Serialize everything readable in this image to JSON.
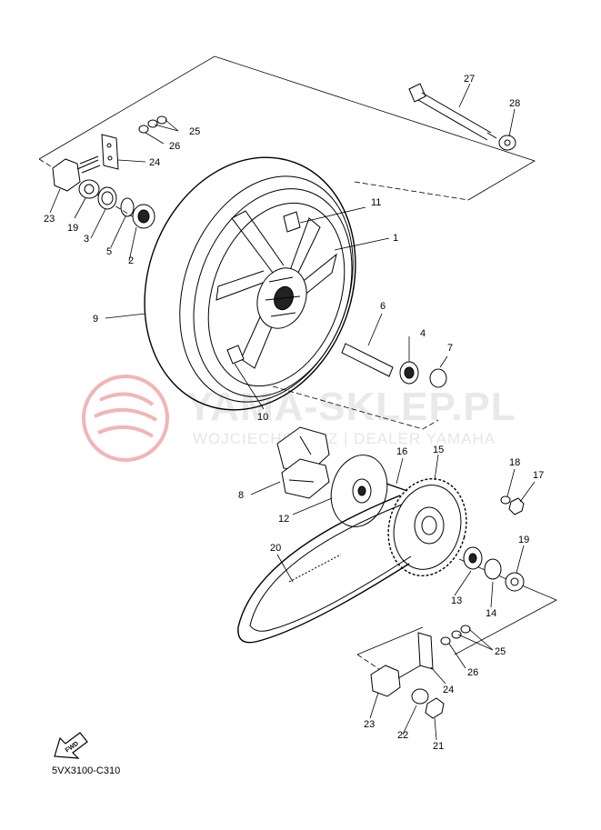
{
  "watermark": {
    "title": "YAMA-SKLEP.PL",
    "subtitle": "WOJCIECHOWICZ | DEALER YAMAHA"
  },
  "diagram_code": "5VX3100-C310",
  "fwd_label": "FWD",
  "colors": {
    "line": "#000000",
    "watermark": "#e9e9e9",
    "logo": "#f2b5b5"
  },
  "parts": [
    {
      "id": "p1",
      "label": "1"
    },
    {
      "id": "p2",
      "label": "2"
    },
    {
      "id": "p3",
      "label": "3"
    },
    {
      "id": "p4",
      "label": "4"
    },
    {
      "id": "p5",
      "label": "5"
    },
    {
      "id": "p6",
      "label": "6"
    },
    {
      "id": "p7",
      "label": "7"
    },
    {
      "id": "p8",
      "label": "8"
    },
    {
      "id": "p9",
      "label": "9"
    },
    {
      "id": "p10",
      "label": "10"
    },
    {
      "id": "p11",
      "label": "11"
    },
    {
      "id": "p12",
      "label": "12"
    },
    {
      "id": "p13",
      "label": "13"
    },
    {
      "id": "p14",
      "label": "14"
    },
    {
      "id": "p15",
      "label": "15"
    },
    {
      "id": "p16",
      "label": "16"
    },
    {
      "id": "p17",
      "label": "17"
    },
    {
      "id": "p18",
      "label": "18"
    },
    {
      "id": "p19a",
      "label": "19"
    },
    {
      "id": "p19b",
      "label": "19"
    },
    {
      "id": "p20",
      "label": "20"
    },
    {
      "id": "p21",
      "label": "21"
    },
    {
      "id": "p22",
      "label": "22"
    },
    {
      "id": "p23a",
      "label": "23"
    },
    {
      "id": "p23b",
      "label": "23"
    },
    {
      "id": "p24a",
      "label": "24"
    },
    {
      "id": "p24b",
      "label": "24"
    },
    {
      "id": "p25a",
      "label": "25"
    },
    {
      "id": "p25b",
      "label": "25"
    },
    {
      "id": "p26a",
      "label": "26"
    },
    {
      "id": "p26b",
      "label": "26"
    },
    {
      "id": "p27",
      "label": "27"
    },
    {
      "id": "p28",
      "label": "28"
    }
  ]
}
